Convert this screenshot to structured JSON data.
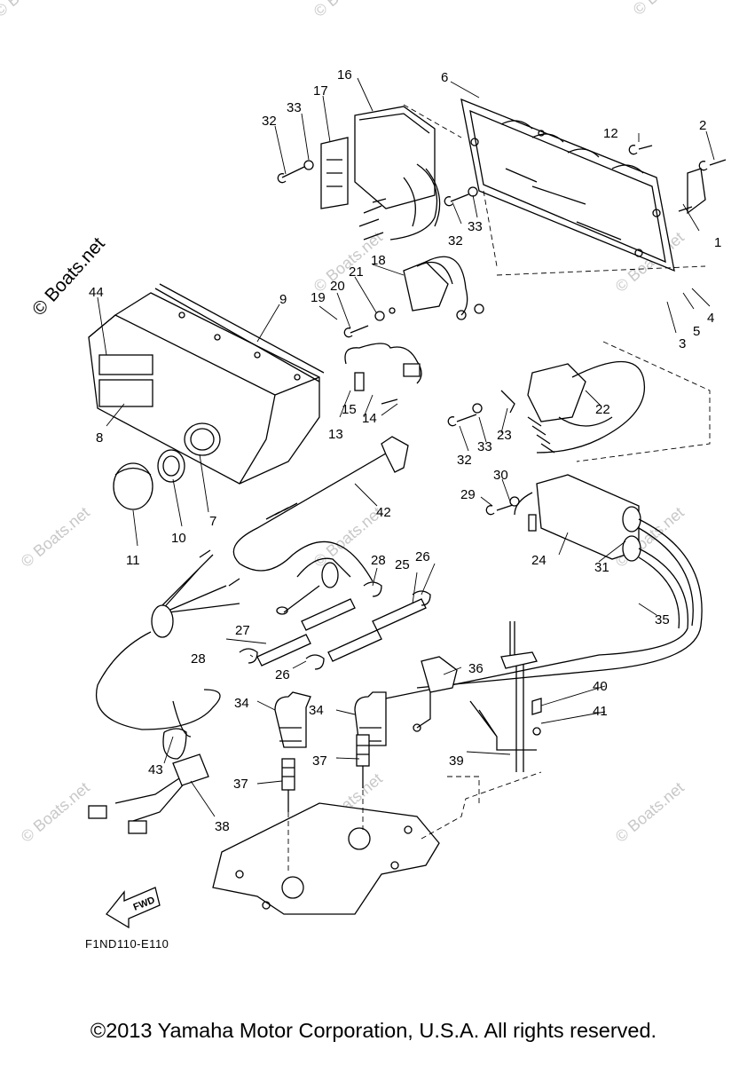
{
  "watermark": "© Boats.net",
  "figure_code": "F1ND110-E110",
  "arrow_label": "FWD",
  "copyright": "©2013 Yamaha Motor Corporation, U.S.A. All rights reserved.",
  "callouts": [
    "1",
    "2",
    "3",
    "4",
    "5",
    "6",
    "7",
    "8",
    "9",
    "10",
    "11",
    "12",
    "13",
    "14",
    "15",
    "16",
    "17",
    "18",
    "19",
    "20",
    "21",
    "22",
    "23",
    "24",
    "25",
    "26",
    "26",
    "27",
    "28",
    "28",
    "29",
    "30",
    "31",
    "32",
    "32",
    "32",
    "33",
    "33",
    "33",
    "34",
    "34",
    "35",
    "36",
    "37",
    "37",
    "38",
    "39",
    "40",
    "41",
    "42",
    "43",
    "44"
  ]
}
